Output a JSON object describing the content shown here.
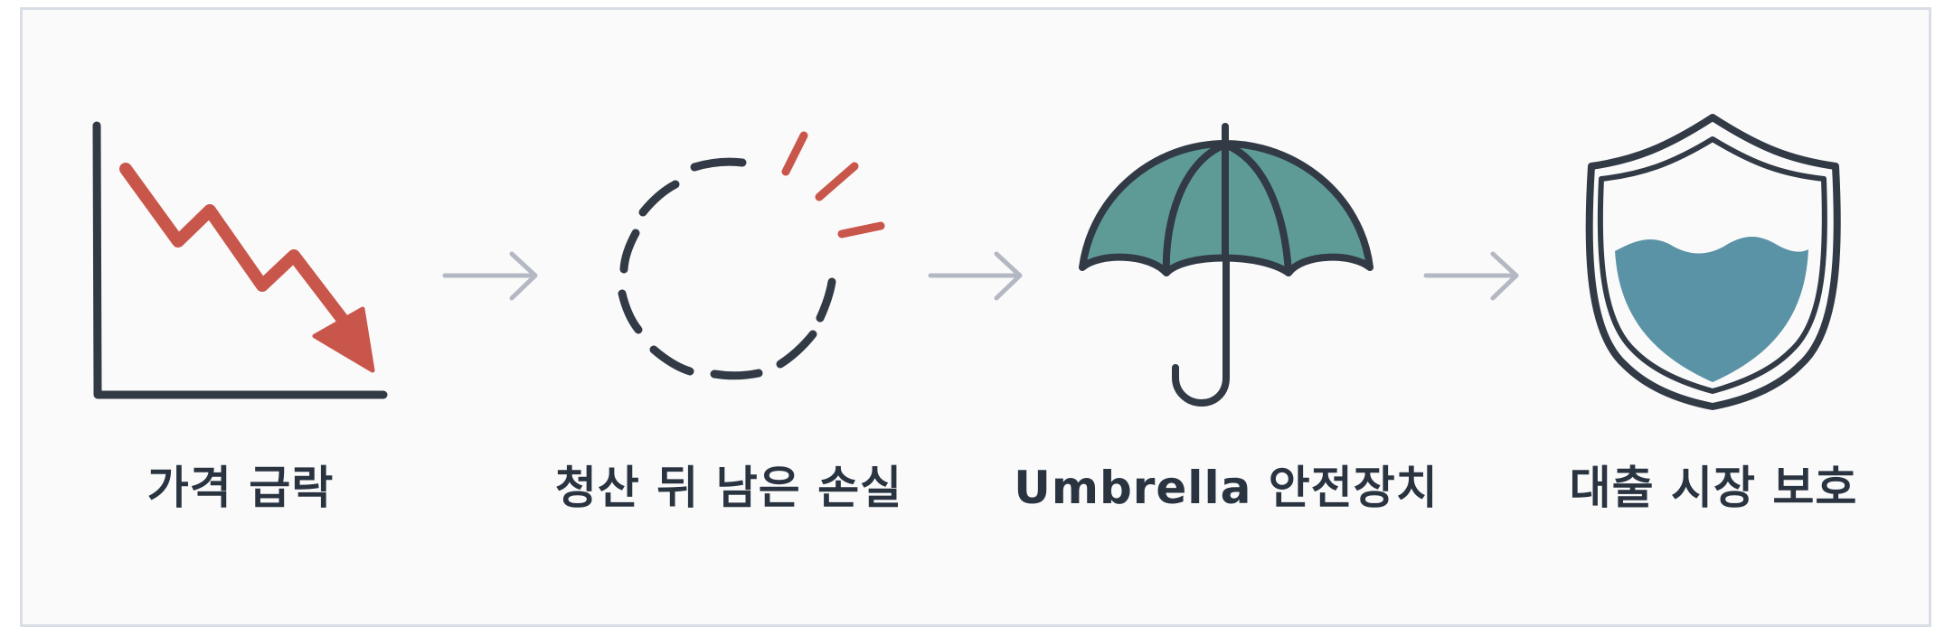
{
  "colors": {
    "background": "#fafafa",
    "frame_border": "#d9dee6",
    "outline": "#323a45",
    "accent_red": "#c9564b",
    "arrow_gray": "#b3b8c3",
    "umbrella_teal": "#5e9b97",
    "shield_water": "#5a93a6",
    "label_text": "#2a3441"
  },
  "steps": [
    {
      "icon": "falling-chart-icon",
      "label": "가격 급락"
    },
    {
      "icon": "broken-dashed-circle-icon",
      "label": "청산 뒤 남은 손실"
    },
    {
      "icon": "umbrella-icon",
      "label": "Umbrella 안전장치"
    },
    {
      "icon": "shield-icon",
      "label": "대출 시장 보호"
    }
  ],
  "connectors": [
    {
      "icon": "arrow-right-icon"
    },
    {
      "icon": "arrow-right-icon"
    },
    {
      "icon": "arrow-right-icon"
    }
  ]
}
